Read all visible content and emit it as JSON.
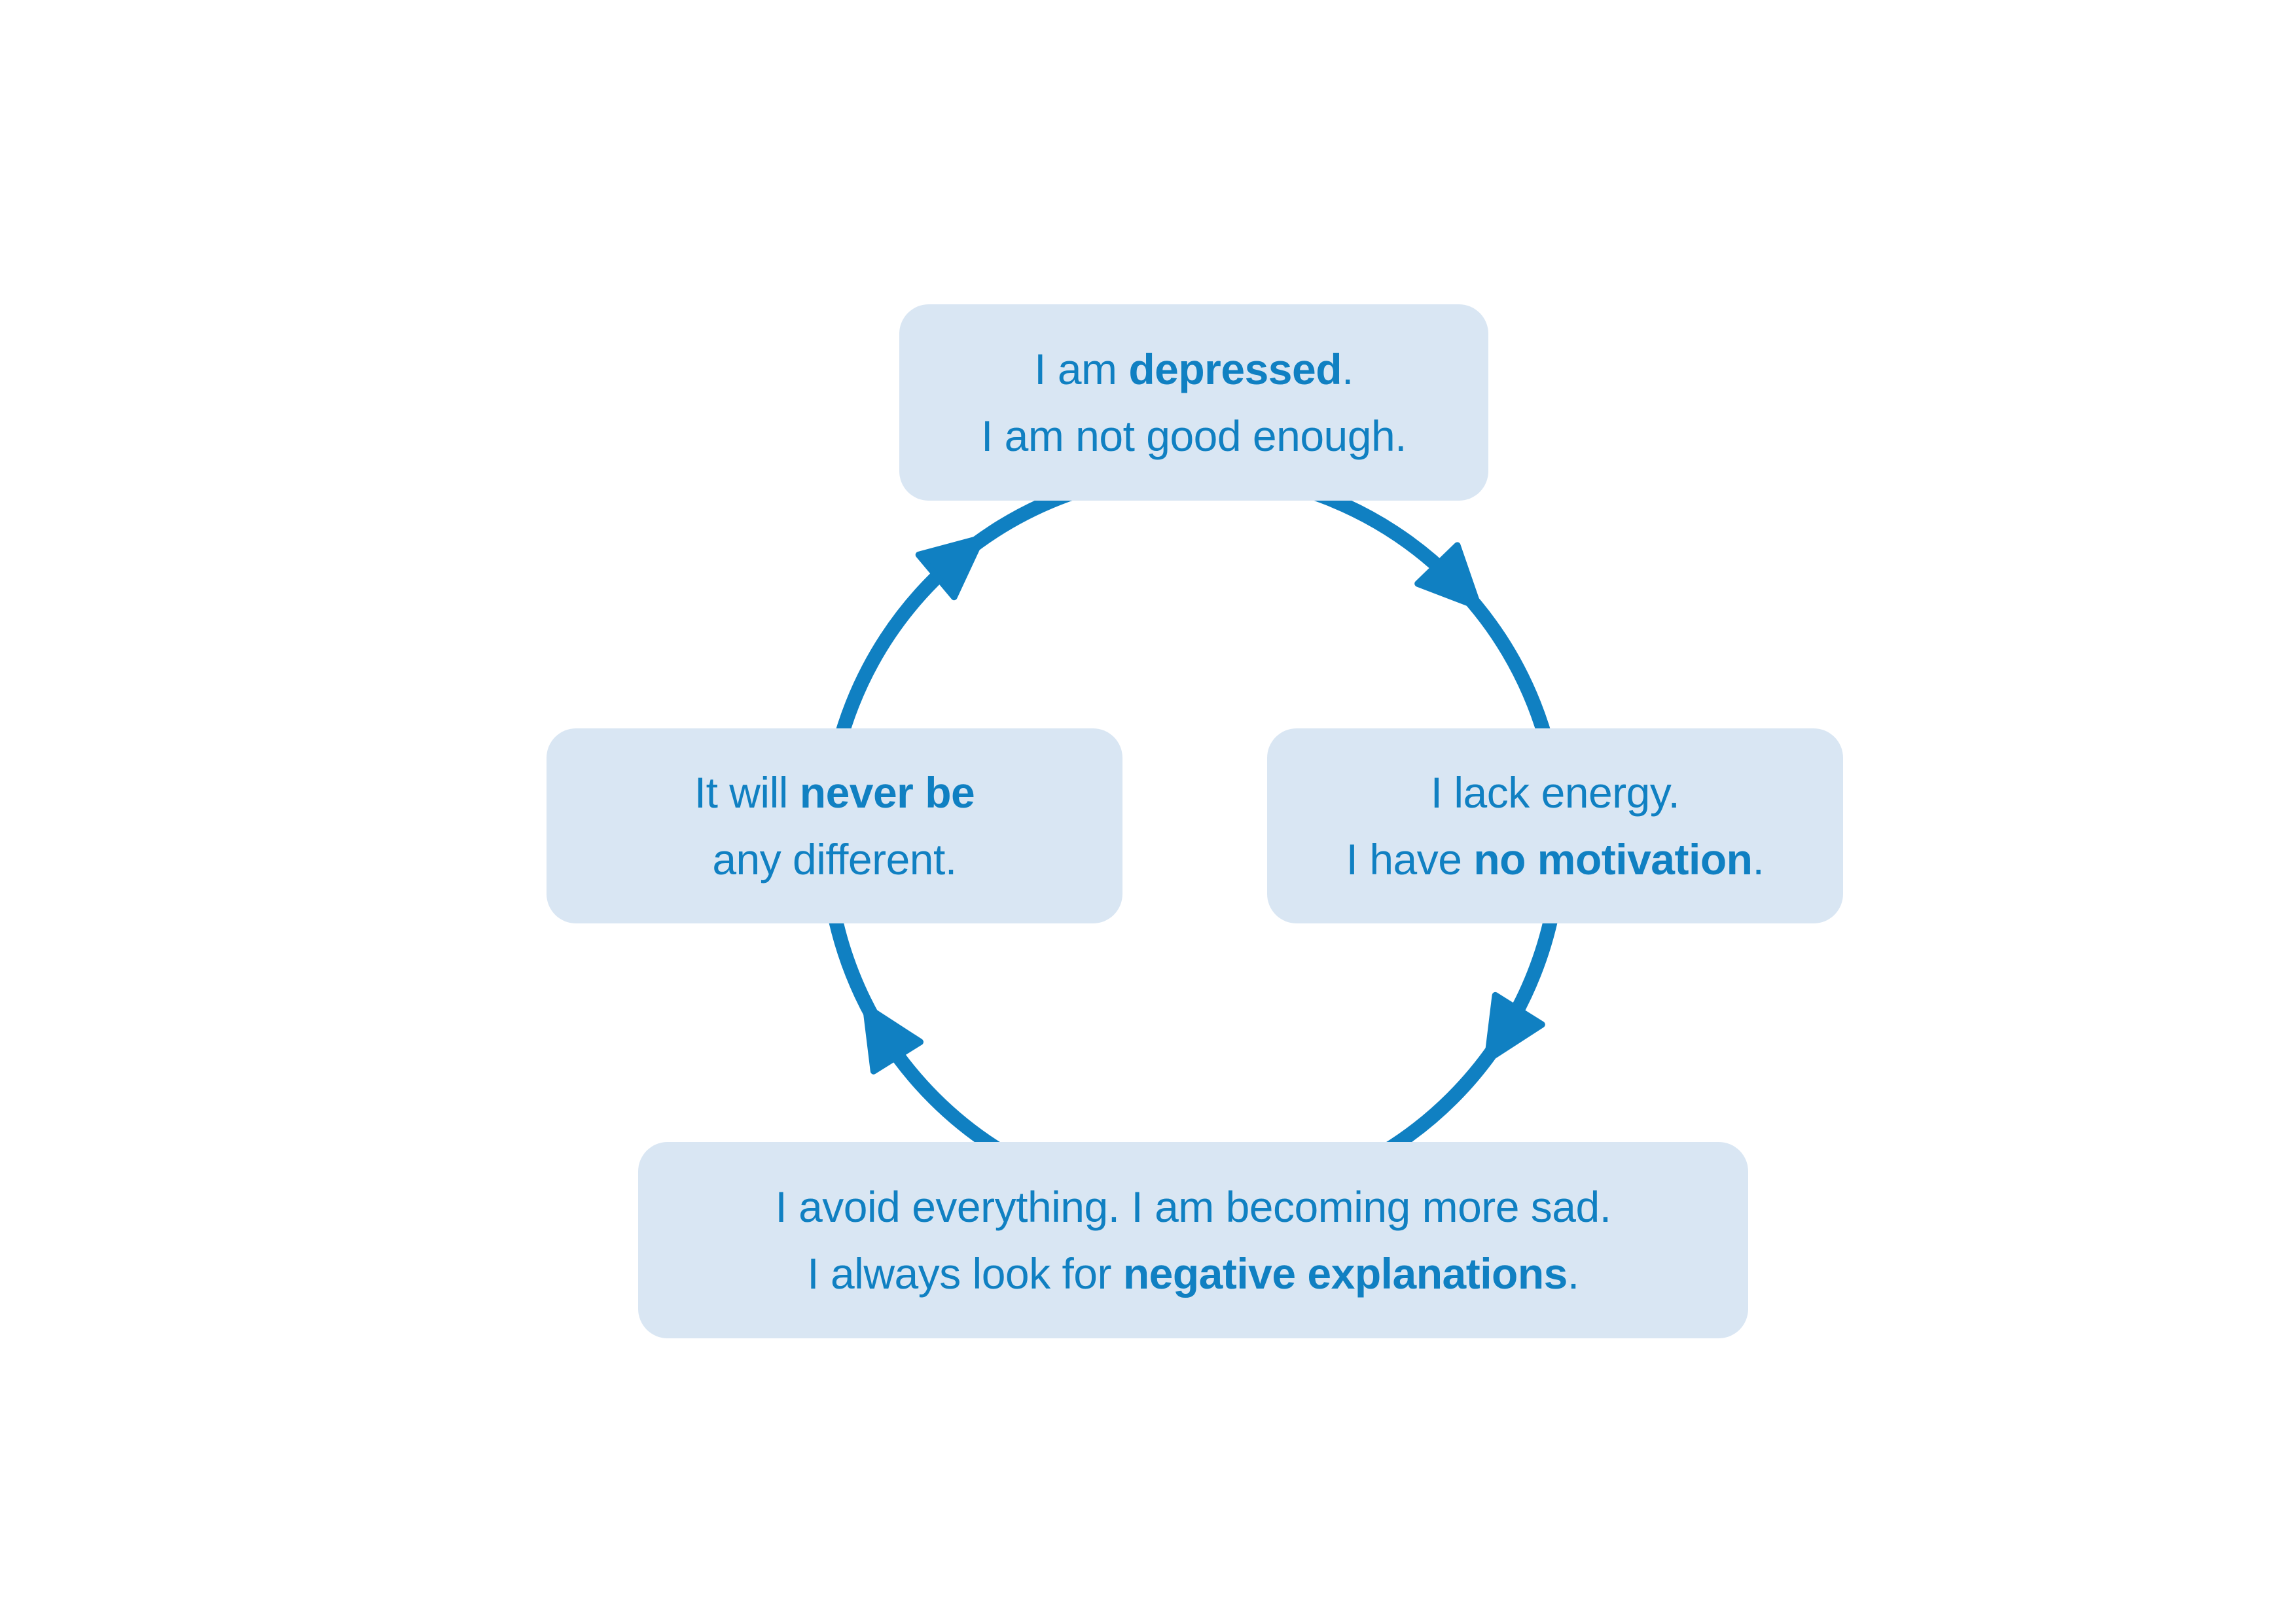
{
  "diagram": {
    "accent_color": "#1080c2",
    "box_fill_color": "#d9e6f3",
    "text_color": "#1080c2",
    "cycle_direction": "clockwise",
    "boxes": {
      "top": {
        "l1s1": "I am ",
        "l1b": "depressed",
        "l1s2": ".",
        "l2s1": "I am not good enough."
      },
      "right": {
        "l1s1": "I lack energy.",
        "l2s1": "I have ",
        "l2b": "no motivation",
        "l2s2": "."
      },
      "bottom": {
        "l1s1": "I avoid everything. I am becoming more sad.",
        "l2s1": "I always look for ",
        "l2b": "negative explanations",
        "l2s2": "."
      },
      "left": {
        "l1s1": "It will ",
        "l1b": "never be",
        "l2s1": "any different."
      }
    }
  }
}
